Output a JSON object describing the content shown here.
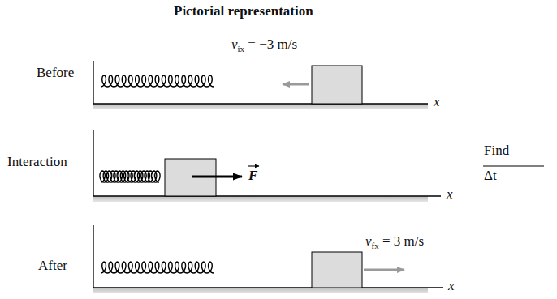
{
  "diagram": {
    "title": "Pictorial representation",
    "labels": [
      "Before",
      "vix = −3 m/s",
      "x",
      "Interaction",
      "F",
      "x",
      "Find",
      "Δt",
      "After",
      "vfx = 3 m/s",
      "x"
    ]
  }
}
